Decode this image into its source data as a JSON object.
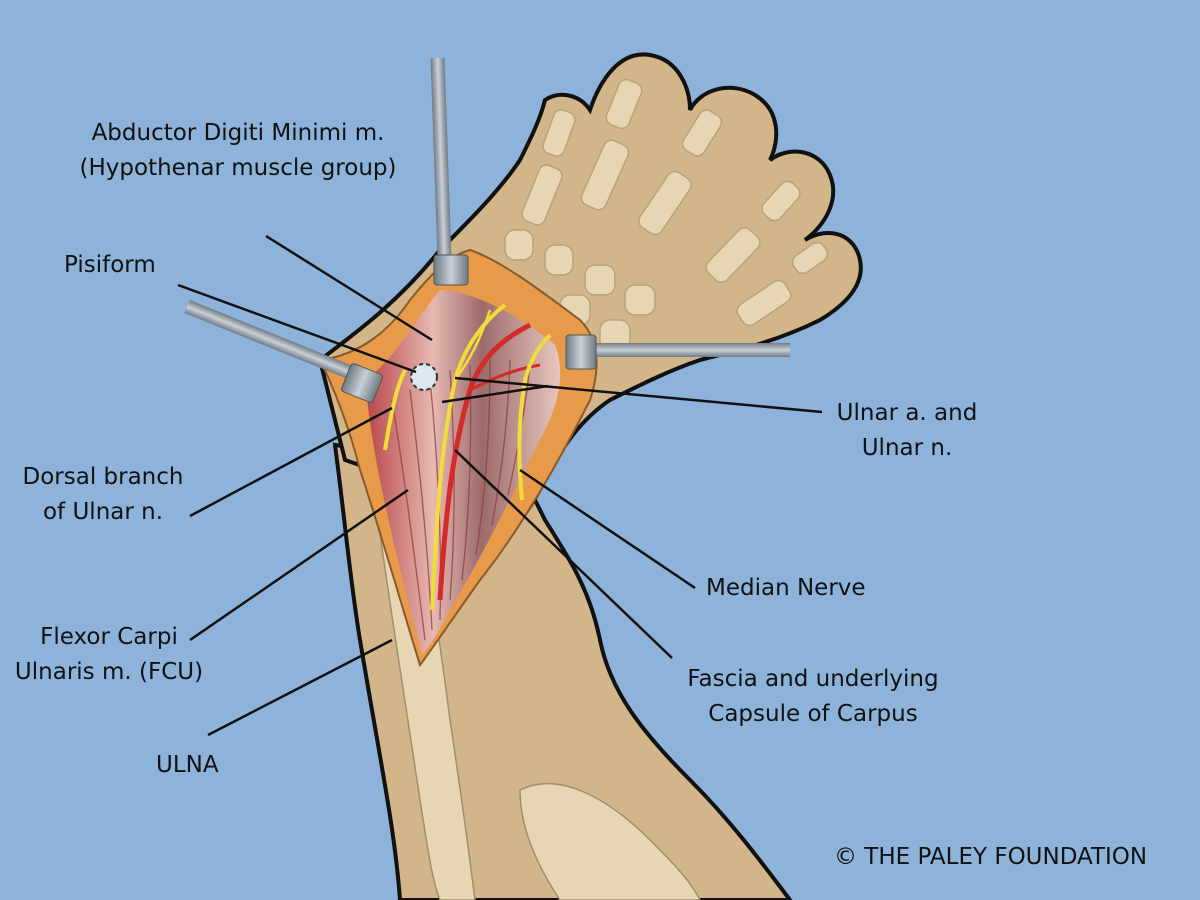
{
  "labels": {
    "abductor": {
      "line1": "Abductor Digiti Minimi m.",
      "line2": "(Hypothenar muscle group)"
    },
    "pisiform": {
      "line1": "Pisiform"
    },
    "dorsal": {
      "line1": "Dorsal branch",
      "line2": "of Ulnar n."
    },
    "fcu": {
      "line1": "Flexor Carpi",
      "line2": "Ulnaris m. (FCU)"
    },
    "ulna": {
      "line1": "ULNA"
    },
    "ulnar_av": {
      "line1": "Ulnar a. and",
      "line2": "Ulnar n."
    },
    "median": {
      "line1": "Median Nerve"
    },
    "fascia": {
      "line1": "Fascia and underlying",
      "line2": "Capsule of Carpus"
    }
  },
  "copyright": "© THE PALEY FOUNDATION",
  "colors": {
    "background": "#8db3da",
    "skin": "#d2b68a",
    "bone": "#e6d6b4",
    "incision_fat": "#e79a4a",
    "muscle": "#c5575a",
    "nerve": "#f2dc3a",
    "artery": "#d42a2a",
    "retractor": "#8f9aa3"
  }
}
